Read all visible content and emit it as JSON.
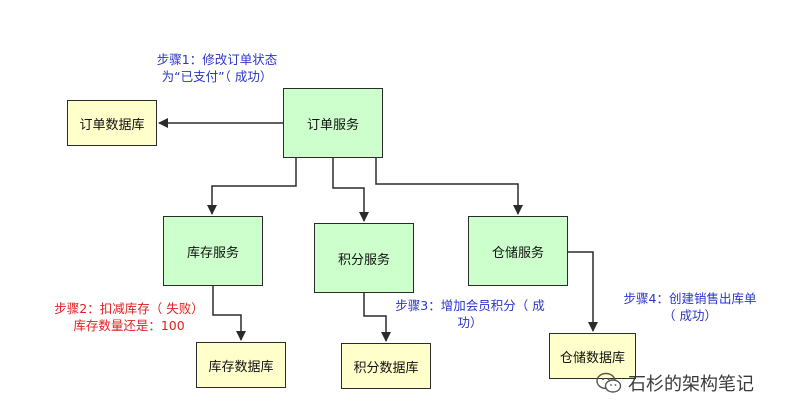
{
  "nodes": {
    "order_service": "订单服务",
    "order_db": "订单数据库",
    "inventory_service": "库存服务",
    "points_service": "积分服务",
    "warehouse_service": "仓储服务",
    "inventory_db": "库存数据库",
    "points_db": "积分数据库",
    "warehouse_db": "仓储数据库"
  },
  "notes": {
    "step1_line1": "步骤1：修改订单状态",
    "step1_line2": "为“已支付”（ 成功）",
    "step2_line1": "步骤2：扣减库存（ 失败）",
    "step2_line2": "库存数量还是：100",
    "step3_line1": "步骤3：增加会员积分（ 成",
    "step3_line2": "功）",
    "step4_line1": "步骤4：创建销售出库单",
    "step4_line2": "（ 成功）"
  },
  "colors": {
    "db_fill": "#ffffcc",
    "service_fill": "#ccffcc",
    "note_blue": "#2a34c8",
    "note_red": "#e02020"
  },
  "watermark": {
    "icon": "wechat-icon",
    "text": "石杉的架构笔记"
  }
}
